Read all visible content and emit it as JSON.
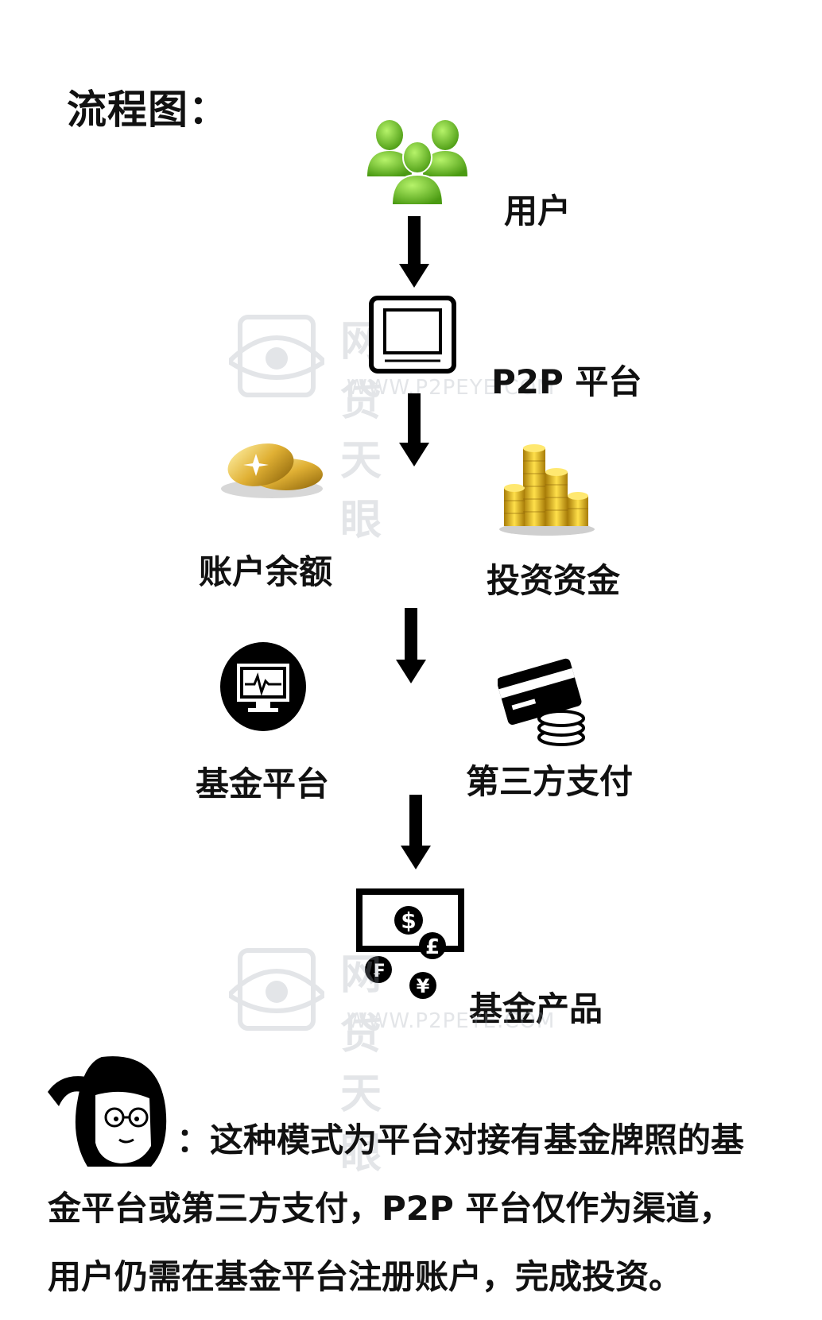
{
  "title": "流程图：",
  "nodes": {
    "user": "用户",
    "p2p": "P2P 平台",
    "balance": "账户余额",
    "invest": "投资资金",
    "fund_platform": "基金平台",
    "third_party": "第三方支付",
    "fund_product": "基金产品"
  },
  "watermark": {
    "cn": "网贷天眼",
    "en": "WWW.P2PEYE.COM"
  },
  "note": {
    "line1": "：这种模式为平台对接有基金牌照的基",
    "line2": "金平台或第三方支付，P2P 平台仅作为渠道，",
    "line3": "用户仍需在基金平台注册账户，完成投资。"
  },
  "icons": [
    "users-icon",
    "tablet-icon",
    "gold-coin-icon",
    "coin-stack-icon",
    "monitor-pulse-icon",
    "credit-card-coins-icon",
    "currency-icon",
    "girl-avatar-icon"
  ]
}
